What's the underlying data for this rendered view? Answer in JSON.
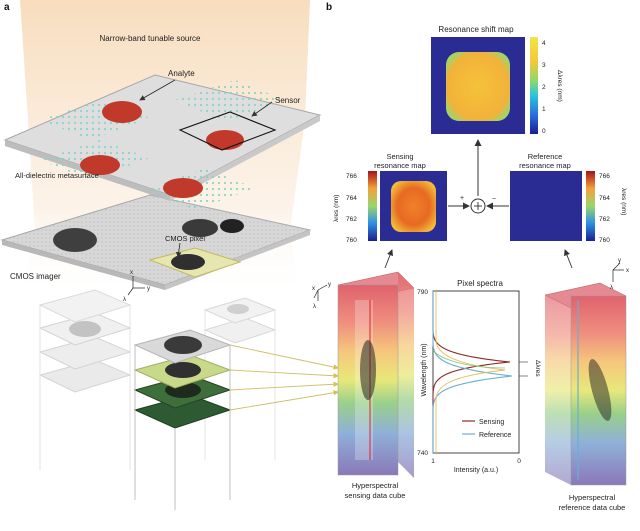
{
  "panel_a": {
    "letter": "a",
    "source_label": "Narrow-band tunable source",
    "analyte_label": "Analyte",
    "sensor_label": "Sensor",
    "metasurface_label": "All-dielectric metasurface",
    "cmos_pixel_label": "CMOS pixel",
    "imager_label": "CMOS imager",
    "axis_x": "x",
    "axis_y": "y",
    "axis_lambda": "λ"
  },
  "panel_b": {
    "letter": "b",
    "shift_map": {
      "title": "Resonance shift map",
      "colorbar_ticks": [
        "4",
        "3",
        "2",
        "1",
        "0"
      ],
      "colorbar_label": "Δλres (nm)"
    },
    "sensing_map": {
      "title_line1": "Sensing",
      "title_line2": "resonance map",
      "colorbar_ticks": [
        "766",
        "764",
        "762",
        "760"
      ],
      "colorbar_label": "λres (nm)"
    },
    "reference_map": {
      "title_line1": "Reference",
      "title_line2": "resonance map",
      "colorbar_ticks": [
        "766",
        "764",
        "762",
        "760"
      ],
      "colorbar_label": "λres (nm)"
    },
    "operator": {
      "plus": "+",
      "minus": "−"
    },
    "spectra": {
      "title": "Pixel spectra",
      "ylabel": "Wavelength (nm)",
      "xlabel": "Intensity (a.u.)",
      "y_ticks": [
        "790",
        "740"
      ],
      "x_ticks": [
        "1",
        "0"
      ],
      "shift_label": "Δλres",
      "legend": [
        {
          "label": "Sensing",
          "color": "#8b2a2a"
        },
        {
          "label": "Reference",
          "color": "#6aaed6"
        }
      ]
    },
    "left_cube_label": [
      "Hyperspectral",
      "sensing data cube"
    ],
    "right_cube_label": [
      "Hyperspectral",
      "reference data cube"
    ],
    "axis_x": "x",
    "axis_y": "y",
    "axis_lambda": "λ"
  }
}
